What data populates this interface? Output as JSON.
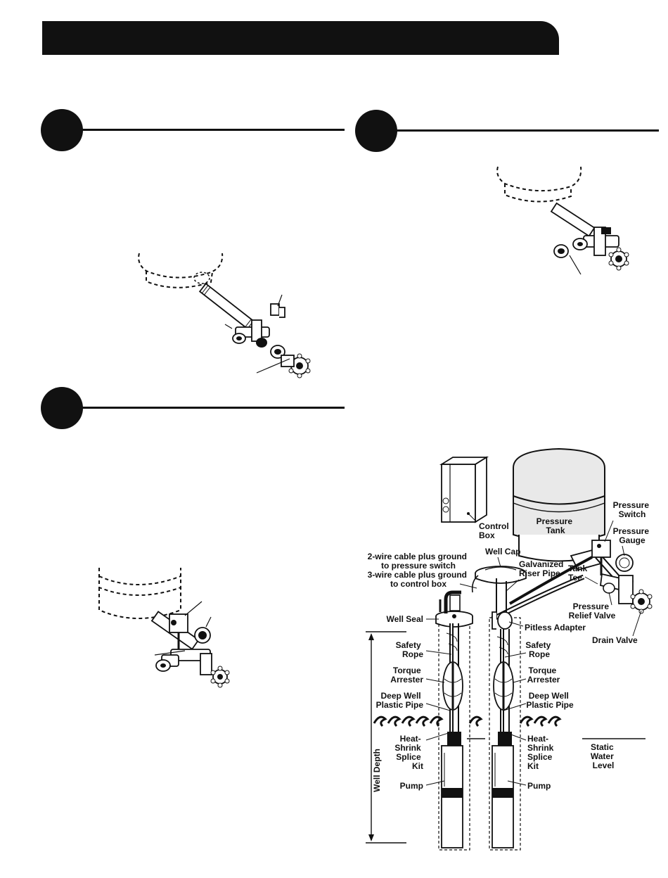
{
  "labels": {
    "pressure_switch": [
      "Pressure",
      "Switch"
    ],
    "pressure_gauge": [
      "Pressure",
      "Gauge"
    ],
    "pressure_tank": [
      "Pressure",
      "Tank"
    ],
    "control_box": [
      "Control",
      "Box"
    ],
    "well_cap": "Well Cap",
    "galvanized_riser_pipe": [
      "Galvanized",
      "Riser Pipe"
    ],
    "tank_tee": [
      "Tank",
      "Tee"
    ],
    "cable_2wire": [
      "2-wire cable plus ground",
      "to pressure switch"
    ],
    "cable_3wire": [
      "3-wire cable plus ground",
      "to control box"
    ],
    "pressure_relief_valve": [
      "Pressure",
      "Relief Valve"
    ],
    "well_seal": "Well Seal",
    "pitless_adapter": "Pitless Adapter",
    "drain_valve": "Drain Valve",
    "safety_rope_left": [
      "Safety",
      "Rope"
    ],
    "safety_rope_right": [
      "Safety",
      "Rope"
    ],
    "torque_arrester_left": [
      "Torque",
      "Arrester"
    ],
    "torque_arrester_right": [
      "Torque",
      "Arrester"
    ],
    "deep_well_pipe_left": [
      "Deep Well",
      "Plastic Pipe"
    ],
    "deep_well_pipe_right": [
      "Deep Well",
      "Plastic Pipe"
    ],
    "heat_shrink_left": [
      "Heat-",
      "Shrink",
      "Splice",
      "Kit"
    ],
    "heat_shrink_right": [
      "Heat-",
      "Shrink",
      "Splice",
      "Kit"
    ],
    "static_water_level": [
      "Static",
      "Water",
      "Level"
    ],
    "well_depth": "Well Depth",
    "pump_left": "Pump",
    "pump_right": "Pump"
  },
  "colors": {
    "ink": "#111111",
    "paper": "#ffffff",
    "tank_gray": "#e9e9e9"
  }
}
